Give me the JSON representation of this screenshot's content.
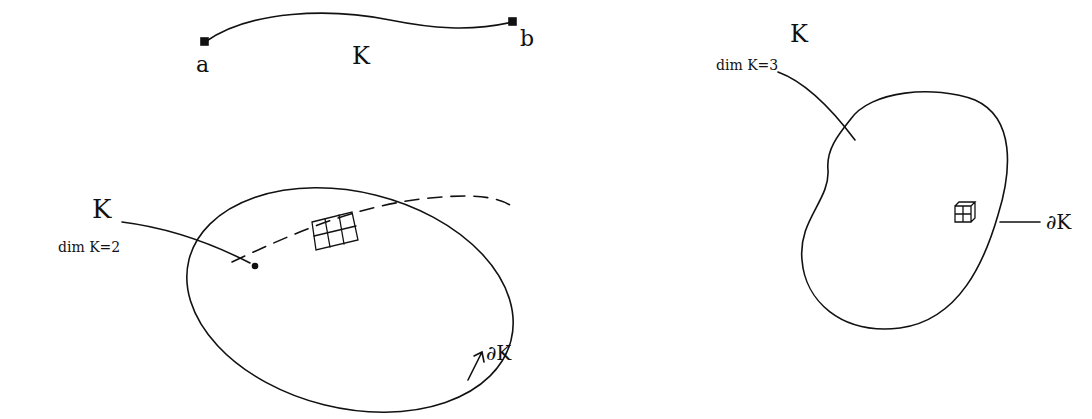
{
  "diagram": {
    "labels": [
      "a",
      "K",
      "b",
      "K",
      "dim K=2",
      "∂K",
      "K",
      "dim K=3",
      "∂K"
    ]
  }
}
